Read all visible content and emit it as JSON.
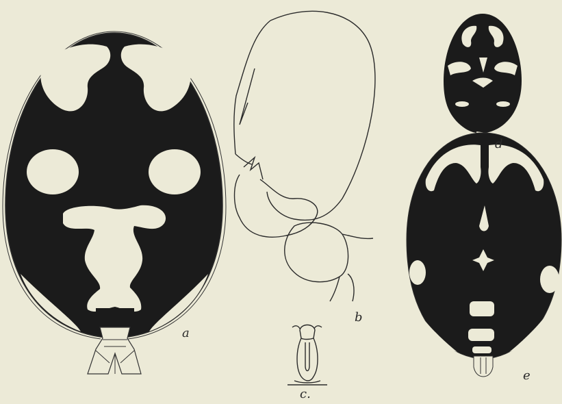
{
  "colors": {
    "paper": "#ecead7",
    "ink": "#1b1b1b"
  },
  "figures": [
    {
      "id": "a",
      "label": "a"
    },
    {
      "id": "b",
      "label": "b"
    },
    {
      "id": "c",
      "label": "c."
    },
    {
      "id": "d",
      "label": "d"
    },
    {
      "id": "e",
      "label": "e"
    }
  ]
}
